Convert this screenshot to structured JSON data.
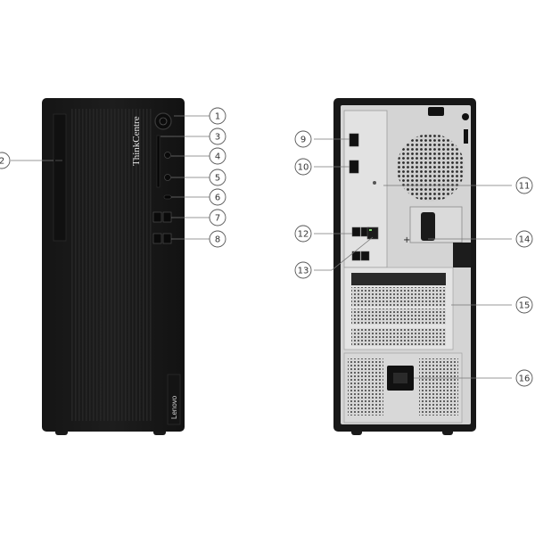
{
  "front": {
    "brand": "ThinkCentre",
    "logo": "Lenovo"
  },
  "callouts": [
    {
      "id": 1,
      "label": "1"
    },
    {
      "id": 2,
      "label": "2"
    },
    {
      "id": 3,
      "label": "3"
    },
    {
      "id": 4,
      "label": "4"
    },
    {
      "id": 5,
      "label": "5"
    },
    {
      "id": 6,
      "label": "6"
    },
    {
      "id": 7,
      "label": "7"
    },
    {
      "id": 8,
      "label": "8"
    },
    {
      "id": 9,
      "label": "9"
    },
    {
      "id": 10,
      "label": "10"
    },
    {
      "id": 11,
      "label": "11"
    },
    {
      "id": 12,
      "label": "12"
    },
    {
      "id": 13,
      "label": "13"
    },
    {
      "id": 14,
      "label": "14"
    },
    {
      "id": 15,
      "label": "15"
    },
    {
      "id": 16,
      "label": "16"
    }
  ]
}
